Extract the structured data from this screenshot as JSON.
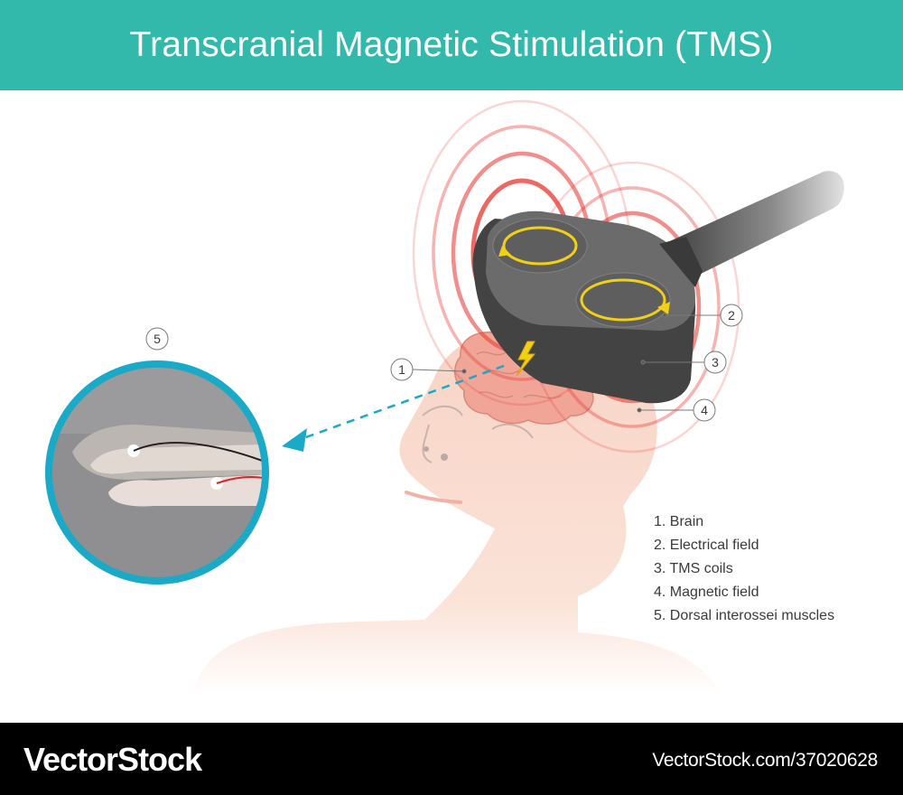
{
  "title": "Transcranial Magnetic Stimulation (TMS)",
  "callouts": [
    "1",
    "2",
    "3",
    "4",
    "5"
  ],
  "legend": [
    "1. Brain",
    "2. Electrical field",
    "3. TMS coils",
    "4. Magnetic field",
    "5. Dorsal interossei muscles"
  ],
  "footer": {
    "brand": "VectorStock",
    "url": "VectorStock.com/37020628"
  },
  "colors": {
    "header": "#33b9ab",
    "magnetic_field": "#e8413c",
    "coil": "#5a5a5a",
    "current_arrow": "#f2d016",
    "skin": "#f9d9cb",
    "brain": "#f0a597",
    "inset_ring": "#1aa9c7",
    "dashed_arrow": "#1aa9c7"
  }
}
